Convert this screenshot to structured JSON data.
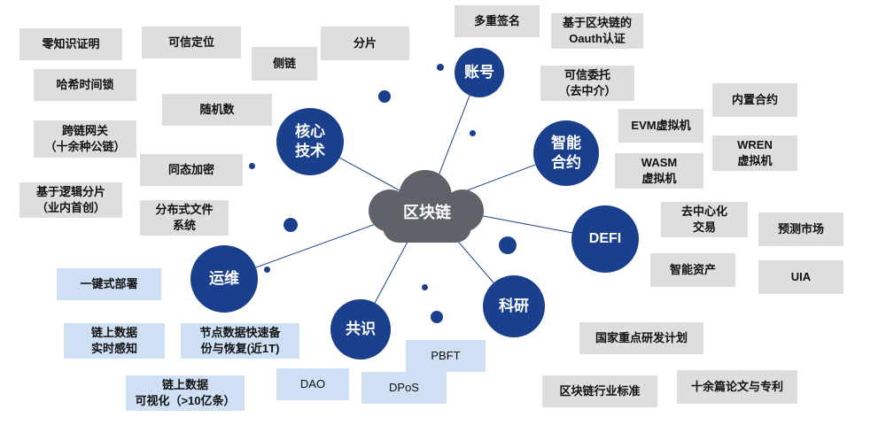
{
  "center": "区块链",
  "hubs": {
    "zhanghao": "账号",
    "hexin": "核心\n技术",
    "zhineng": "智能\n合约",
    "defi": "DEFI",
    "keyan": "科研",
    "gongshi": "共识",
    "yunwei": "运维"
  },
  "zhanghao_items": [
    "多重签名",
    "基于区块链的\nOauth认证",
    "可信委托\n（去中介）"
  ],
  "hexin_items": [
    "零知识证明",
    "可信定位",
    "侧链",
    "分片",
    "哈希时间锁",
    "随机数",
    "跨链网关\n（十余种公链）",
    "同态加密",
    "基于逻辑分片\n（业内首创）",
    "分布式文件\n系统"
  ],
  "zhineng_items": [
    "内置合约",
    "EVM虚拟机",
    "WREN\n虚拟机",
    "WASM\n虚拟机"
  ],
  "defi_items": [
    "去中心化\n交易",
    "预测市场",
    "智能资产",
    "UIA"
  ],
  "keyan_items": [
    "国家重点研发计划",
    "区块链行业标准",
    "十余篇论文与专利"
  ],
  "gongshi_items": [
    "PBFT",
    "DAO",
    "DPoS"
  ],
  "yunwei_items": [
    "一键式部署",
    "链上数据\n实时感知",
    "节点数据快速备\n份与恢复(近1T)",
    "链上数据\n可视化（>10亿条）"
  ]
}
